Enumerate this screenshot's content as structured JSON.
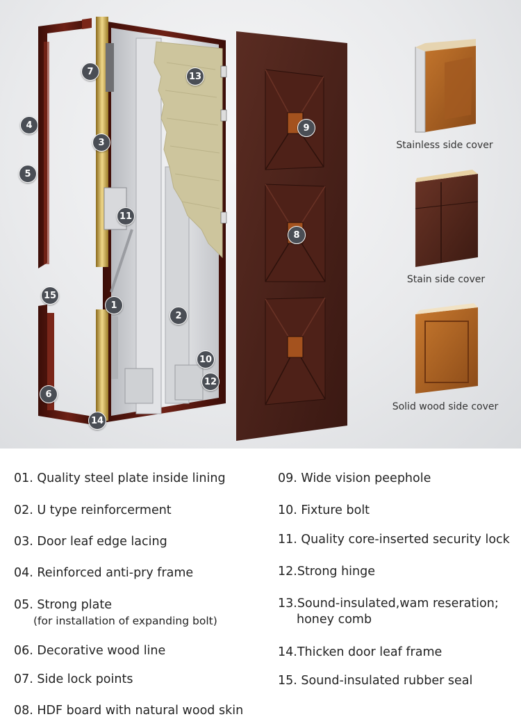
{
  "callouts": [
    "1",
    "2",
    "3",
    "4",
    "5",
    "6",
    "7",
    "8",
    "9",
    "10",
    "11",
    "12",
    "13",
    "14",
    "15"
  ],
  "covers": [
    {
      "label": "Stainless side cover"
    },
    {
      "label": "Stain side cover"
    },
    {
      "label": "Solid wood side cover"
    }
  ],
  "legend": {
    "left": [
      {
        "text": "01. Quality steel plate inside lining"
      },
      {
        "text": "02. U type reinforcerment"
      },
      {
        "text": "03. Door leaf edge lacing"
      },
      {
        "text": "04. Reinforced anti-pry frame"
      },
      {
        "text": "05. Strong plate",
        "sub": "(for installation of expanding bolt)"
      },
      {
        "text": "06. Decorative wood line"
      },
      {
        "text": "07. Side lock points"
      },
      {
        "text": "08. HDF board with natural wood skin"
      }
    ],
    "right": [
      {
        "text": "09. Wide vision peephole"
      },
      {
        "text": "10. Fixture bolt"
      },
      {
        "text": "11. Quality core-inserted security lock"
      },
      {
        "text": "12.Strong hinge"
      },
      {
        "text": "13.Sound-insulated,wam reseration;",
        "cont": "honey comb"
      },
      {
        "text": "14.Thicken door leaf frame"
      },
      {
        "text": "15. Sound-insulated rubber seal"
      }
    ]
  },
  "colors": {
    "frame": "#5a1a12",
    "door_skin": "#4a231c",
    "steel": "#d8d9dc",
    "honeycomb": "#c9c29a",
    "brass": "#c9a64a",
    "badge": "#4a4e55"
  }
}
